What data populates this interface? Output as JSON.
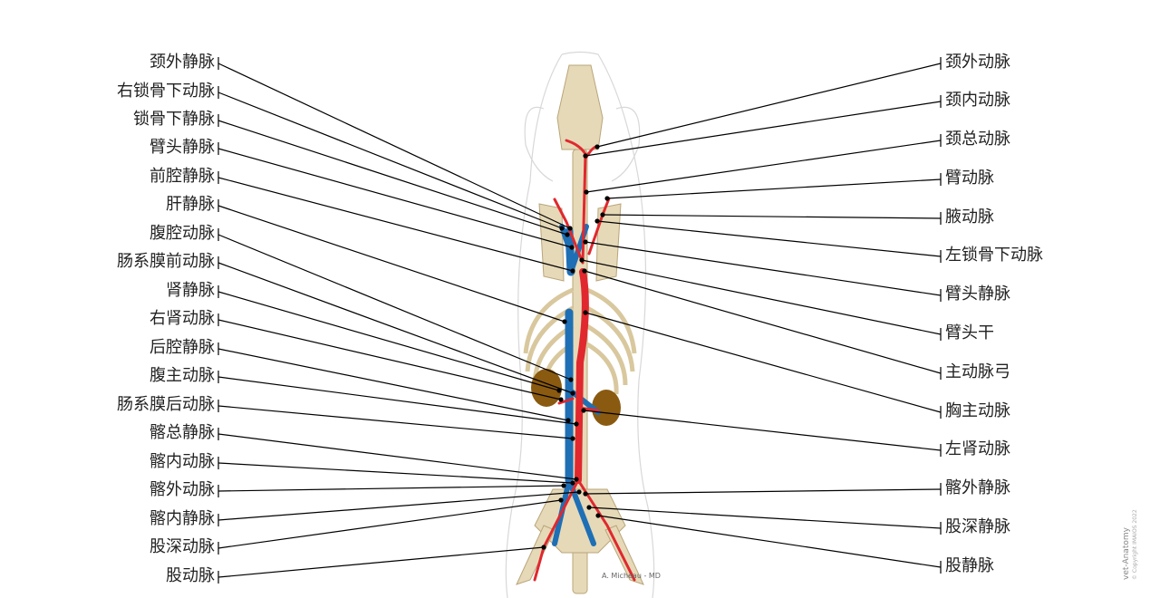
{
  "left_labels": [
    "颈外静脉",
    "右锁骨下动脉",
    "锁骨下静脉",
    "臂头静脉",
    "前腔静脉",
    "肝静脉",
    "腹腔动脉",
    "肠系膜前动脉",
    "肾静脉",
    "右肾动脉",
    "后腔静脉",
    "腹主动脉",
    "肠系膜后动脉",
    "髂总静脉",
    "髂内动脉",
    "髂外动脉",
    "髂内静脉",
    "股深动脉",
    "股动脉"
  ],
  "right_labels": [
    "颈外动脉",
    "颈内动脉",
    "颈总动脉",
    "臂动脉",
    "腋动脉",
    "左锁骨下动脉",
    "臂头静脉",
    "臂头干",
    "主动脉弓",
    "胸主动脉",
    "左肾动脉",
    "髂外静脉",
    "股深静脉",
    "股静脉"
  ],
  "watermark": {
    "brand": "vet-Anatomy",
    "copyright": "© Copyright IMAIOS 2022"
  },
  "author": "A. Micheau - MD",
  "colors": {
    "artery": "#e0282e",
    "vein": "#1f6fb5",
    "bone": "#e6d9b8",
    "kidney": "#8a5a10",
    "leader": "#000000"
  }
}
